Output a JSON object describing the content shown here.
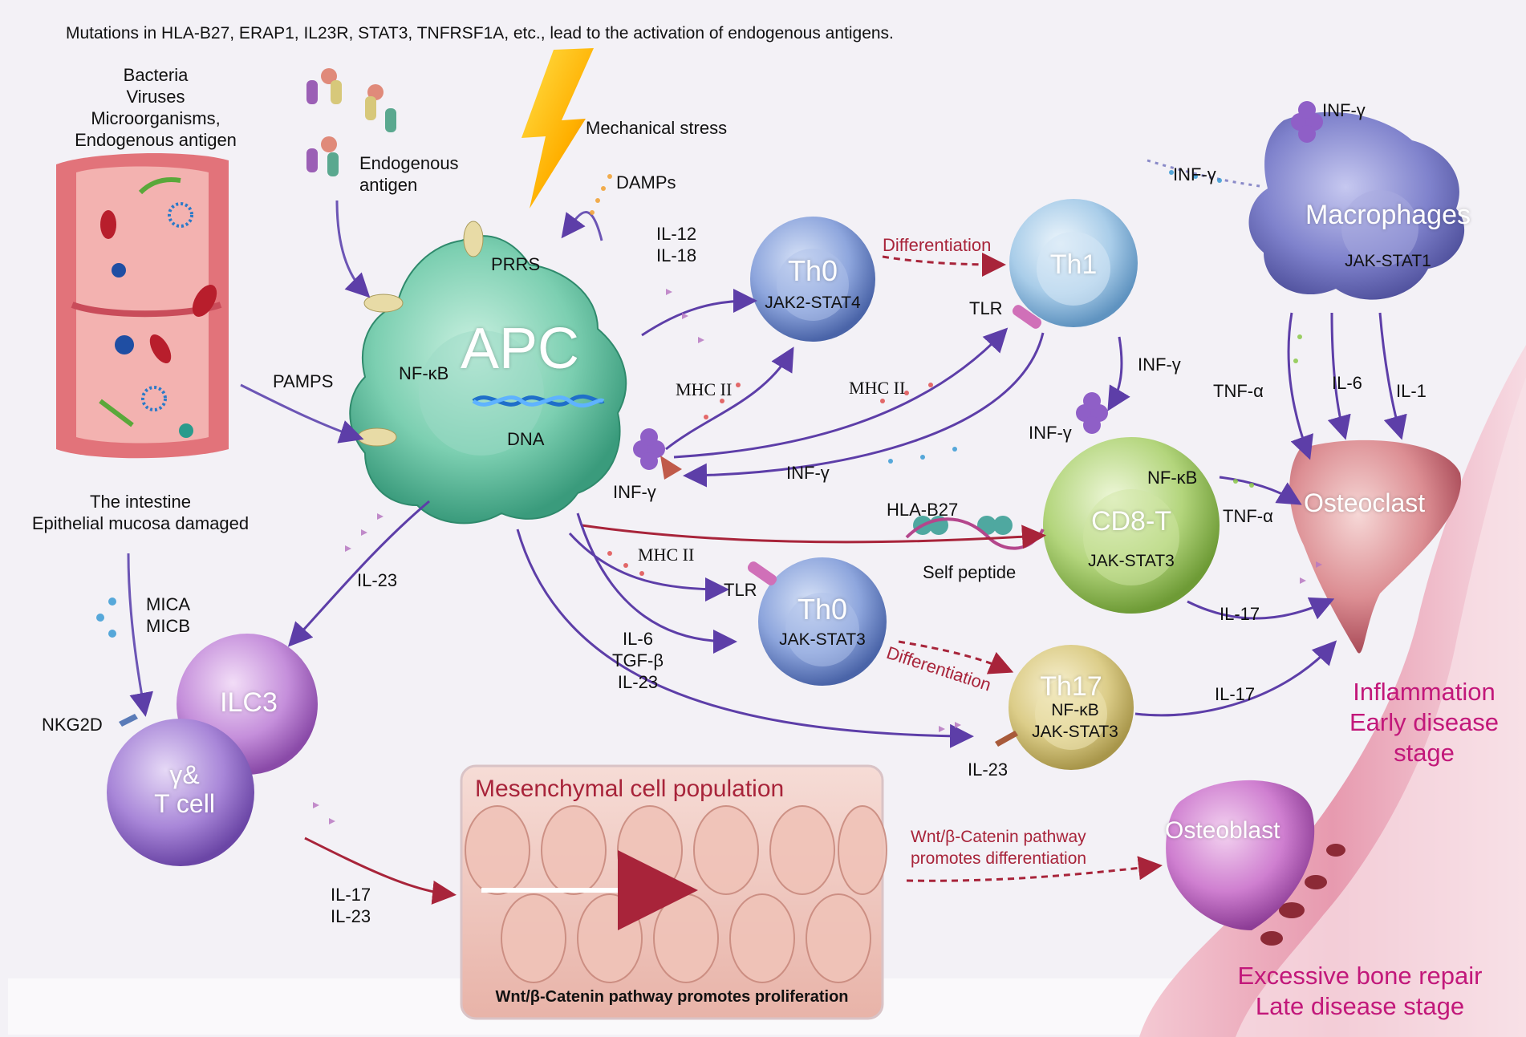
{
  "colors": {
    "background": "#f3f1f6",
    "apc": "#6fc7a8",
    "th0": "#7e9ad6",
    "th1": "#9ec6e6",
    "macrophage": "#7f7fc9",
    "cd8": "#a9cf6e",
    "th17": "#d8c880",
    "ilc3": "#b77ad0",
    "gdt": "#9b76cf",
    "osteoclast": "#d98a92",
    "osteoblast": "#c66fc9",
    "arrow_purple": "#5d3ea8",
    "arrow_red": "#a8243a",
    "stage_text": "#c2187a"
  },
  "title": "Mutations in HLA-B27, ERAP1, IL23R, STAT3, TNFRSF1A, etc., lead to the activation of endogenous antigens.",
  "triggers": {
    "pathogens": [
      "Bacteria",
      "Viruses",
      "Microorganisms,",
      "Endogenous antigen"
    ],
    "endogenous_antigen": [
      "Endogenous",
      "antigen"
    ],
    "mechanical_stress": "Mechanical stress",
    "damps": "DAMPs",
    "pamps": "PAMPS",
    "intestine": [
      "The intestine",
      "Epithelial mucosa damaged"
    ],
    "mica_micb": [
      "MICA",
      "MICB"
    ],
    "nkg2d": "NKG2D"
  },
  "apc": {
    "name": "APC",
    "prrs": "PRRS",
    "nfkb": "NF-κB",
    "dna": "DNA",
    "infg": "INF-γ"
  },
  "th0_top": {
    "name": "Th0",
    "pathway": "JAK2-STAT4",
    "cytokines": [
      "IL-12",
      "IL-18"
    ],
    "mhc": "MHC II"
  },
  "th1": {
    "name": "Th1",
    "differentiation": "Differentiation",
    "tlr": "TLR",
    "mhc": "MHC II",
    "infg_out": "INF-γ",
    "infg_back": "INF-γ",
    "infg_down": "INF-γ"
  },
  "macrophage": {
    "name": "Macrophages",
    "pathway": "JAK-STAT1",
    "receptor_label": "INF-γ",
    "outputs": [
      "TNF-α",
      "IL-6",
      "IL-1"
    ]
  },
  "cd8": {
    "name": "CD8-T",
    "pathway": "JAK-STAT3",
    "nfkb": "NF-κB",
    "receptor_label": "INF-γ",
    "tnfa": "TNF-α",
    "hla": "HLA-B27",
    "self_peptide": "Self peptide",
    "il17": "IL-17"
  },
  "th0_bottom": {
    "name": "Th0",
    "pathway": "JAK-STAT3",
    "mhc": "MHC II",
    "tlr": "TLR",
    "cytokines": [
      "IL-6",
      "TGF-β",
      "IL-23"
    ],
    "differentiation": "Differentiation"
  },
  "th17": {
    "name": "Th17",
    "lines": [
      "NF-κB",
      "JAK-STAT3"
    ],
    "il23": "IL-23",
    "il17": "IL-17"
  },
  "ilc3": {
    "name": "ILC3",
    "il23": "IL-23"
  },
  "gdt": {
    "name": [
      "γ&",
      "T cell"
    ],
    "outputs": [
      "IL-17",
      "IL-23"
    ]
  },
  "mesenchymal": {
    "title": "Mesenchymal cell population",
    "caption": "Wnt/β-Catenin pathway promotes proliferation"
  },
  "wnt_diff": [
    "Wnt/β-Catenin pathway",
    "promotes differentiation"
  ],
  "bone": {
    "osteoclast": "Osteoclast",
    "osteoblast": "Osteoblast",
    "early": [
      "Inflammation",
      "Early disease",
      "stage"
    ],
    "late": [
      "Excessive bone repair",
      "Late disease stage"
    ]
  }
}
